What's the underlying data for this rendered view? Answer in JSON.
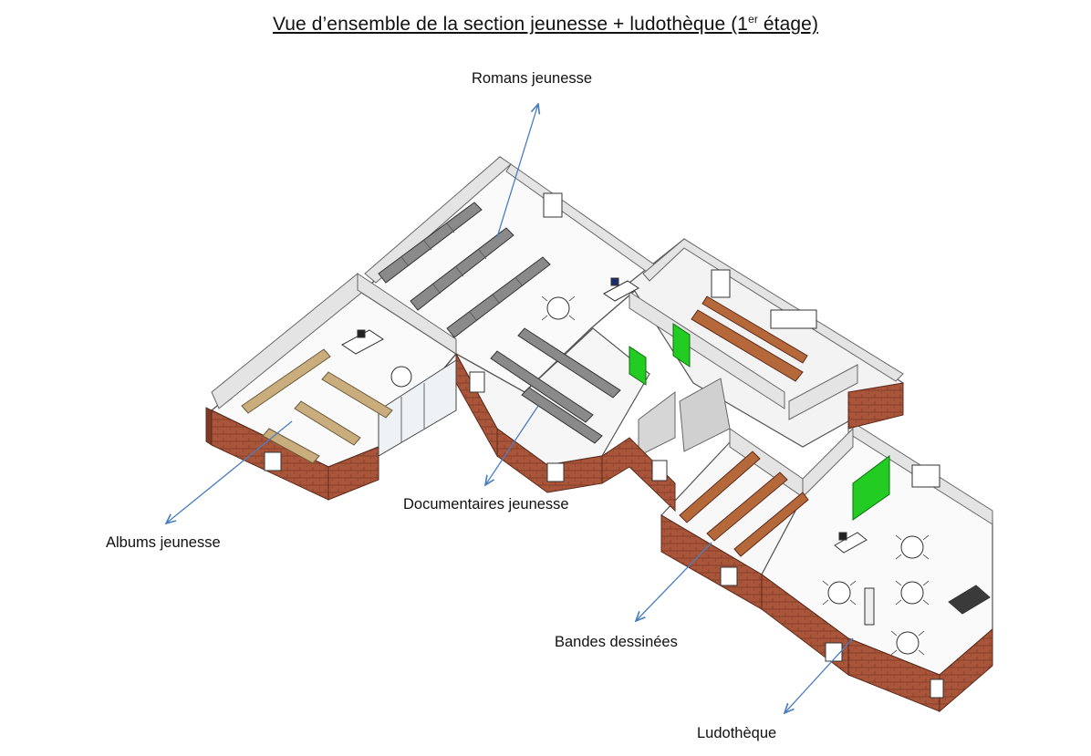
{
  "title": {
    "pre": "Vue d’ensemble de la section jeunesse + ludothèque (1",
    "sup": "er",
    "post": " étage)"
  },
  "labels": {
    "romans": "Romans jeunesse",
    "documentaires": "Documentaires jeunesse",
    "albums": "Albums jeunesse",
    "bd": "Bandes dessinées",
    "ludotheque": "Ludothèque"
  },
  "colors": {
    "brick": "#a8553a",
    "brick_dark": "#7e3a26",
    "wall": "#e4e4e4",
    "wall_shade": "#bdbdbd",
    "floor": "#fafafa",
    "grey_shelf": "#8a8a8a",
    "tan_shelf": "#c9ad7c",
    "brown_shelf": "#b5683a",
    "green_door": "#22cc22",
    "arrow": "#4a7ebf"
  }
}
